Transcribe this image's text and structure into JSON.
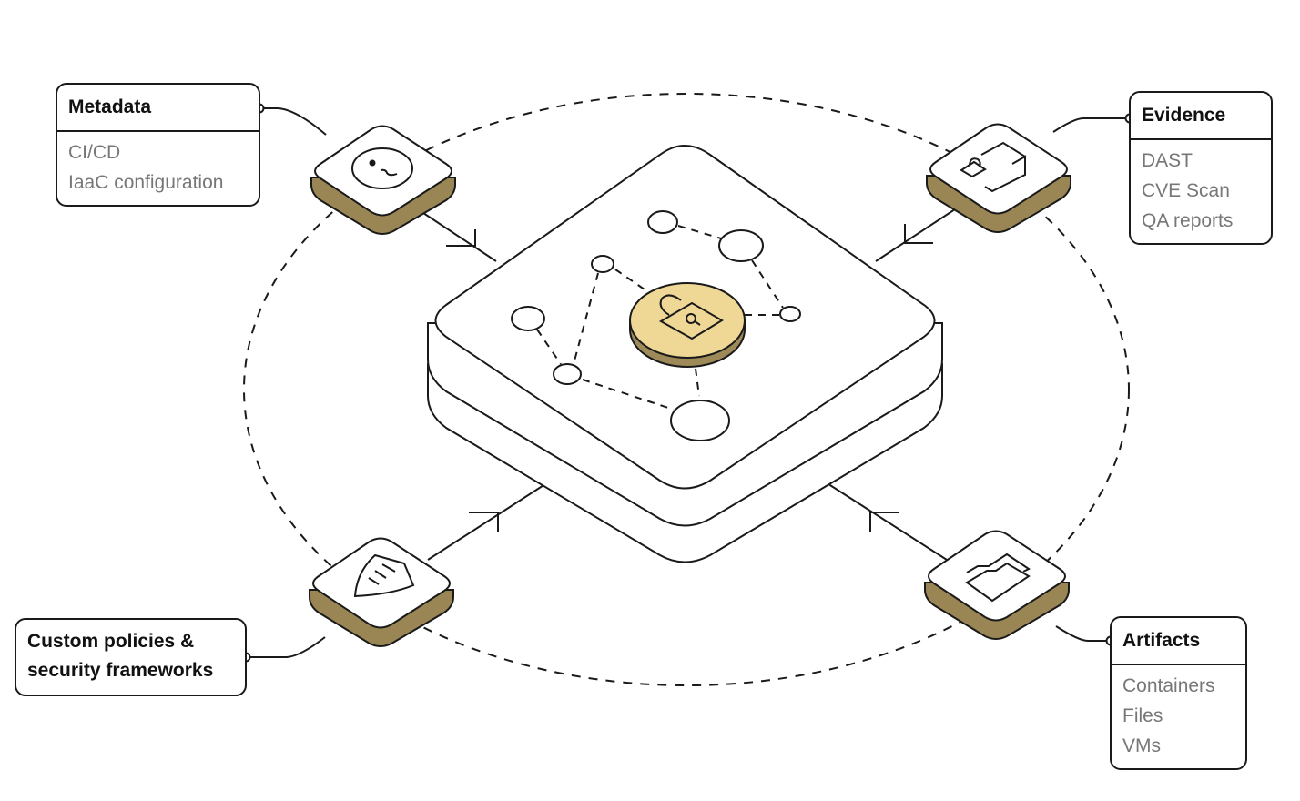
{
  "diagram": {
    "colors": {
      "stroke": "#1a1a1a",
      "accent_gold_top": "#efd896",
      "accent_gold_side": "#9e8a58",
      "tile_base": "#9a8655",
      "muted_text": "#777777",
      "background": "#ffffff"
    },
    "center": {
      "label": "secure-core-platform",
      "icon": "lock-search-icon"
    },
    "nodes": [
      {
        "id": "metadata",
        "title": "Metadata",
        "icon": "terminal-icon",
        "items": [
          "CI/CD",
          "IaaC configuration"
        ]
      },
      {
        "id": "evidence",
        "title": "Evidence",
        "icon": "locked-document-icon",
        "items": [
          "DAST",
          "CVE Scan",
          "QA reports"
        ]
      },
      {
        "id": "policies",
        "title_lines": [
          "Custom policies &",
          "security frameworks"
        ],
        "icon": "shield-icon",
        "items": []
      },
      {
        "id": "artifacts",
        "title": "Artifacts",
        "icon": "folder-icon",
        "items": [
          "Containers",
          "Files",
          "VMs"
        ]
      }
    ]
  }
}
